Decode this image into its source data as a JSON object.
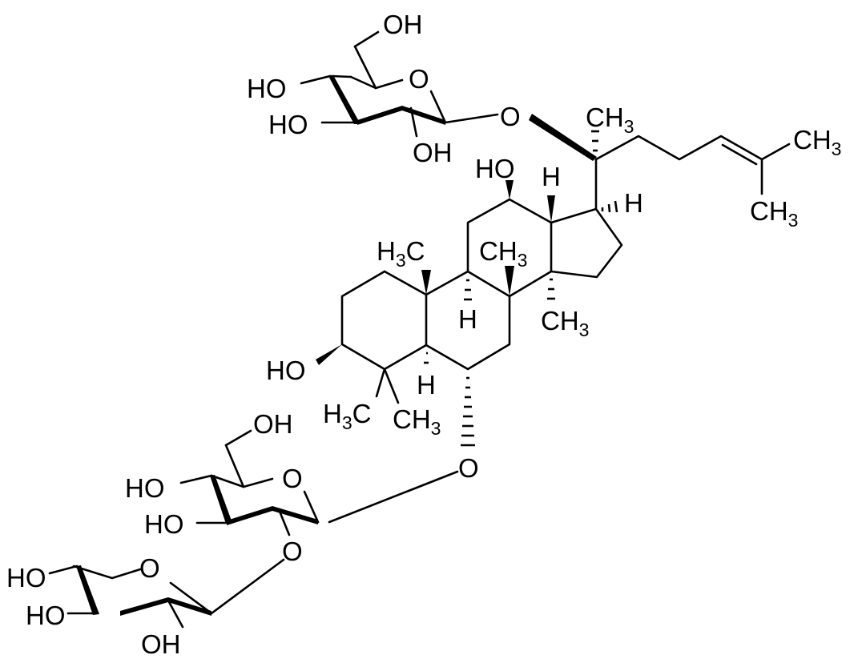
{
  "diagram": {
    "type": "chemical-structure",
    "background": "#ffffff",
    "stroke_color": "#000000",
    "labels": {
      "glc1_oh6": "OH",
      "glc1_oh4": "HO",
      "glc1_oh3": "HO",
      "glc1_oh2": "OH",
      "glc1_ring_o": "O",
      "glc1_link_o": "O",
      "c20_methyl_c": "CH",
      "c20_methyl_sub": "3",
      "chain_me1_c": "CH",
      "chain_me1_sub": "3",
      "chain_me2_c": "CH",
      "chain_me2_sub": "3",
      "c12_oh": "HO",
      "c13_h": "H",
      "c17_h": "H",
      "c10_me_h": "H",
      "c10_me_sub": "3",
      "c10_me_c": "C",
      "c8_me_c": "CH",
      "c8_me_sub": "3",
      "c9_h": "H",
      "c14_me_c": "CH",
      "c14_me_sub": "3",
      "c3_oh": "HO",
      "c5_h": "H",
      "c4_me1_h": "H",
      "c4_me1_sub": "3",
      "c4_me1_c": "C",
      "c4_me2_c": "CH",
      "c4_me2_sub": "3",
      "c6_link_o": "O",
      "glc2_oh6": "OH",
      "glc2_oh4": "HO",
      "glc2_oh3": "HO",
      "glc2_ring_o": "O",
      "glc2_link_o": "O",
      "xyl_oh4": "HO",
      "xyl_oh3": "HO",
      "xyl_oh2": "OH",
      "xyl_ring_o": "O"
    }
  }
}
